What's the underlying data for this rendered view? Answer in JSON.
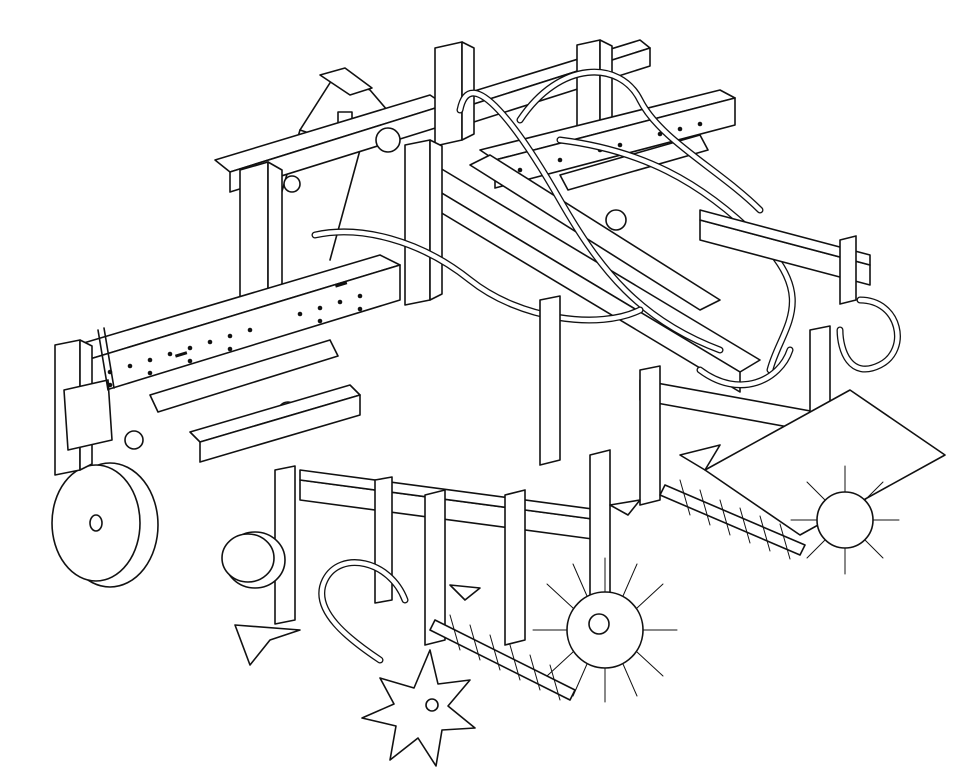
{
  "figure": {
    "style": "black line-art isometric technical drawing on white background",
    "colors": {
      "line": "#111111",
      "background": "#ffffff"
    },
    "parts": [
      "main-frame",
      "three-point-hitch",
      "perforated-toolbar",
      "depth-wheel-left",
      "depth-wheel-small",
      "hydraulic-hoses",
      "vertical-shanks",
      "sweep-tines",
      "star-weeder-wheel",
      "finger-weeder-wheels",
      "brush-weeder-rotors",
      "shield-plate"
    ]
  }
}
